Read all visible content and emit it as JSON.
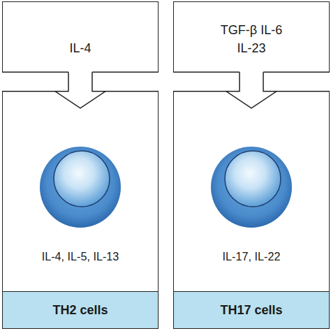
{
  "diagram": {
    "nodes": [
      {
        "text": [
          "IL-4"
        ]
      },
      {
        "text": [
          "IL-4, IL-5, IL-13"
        ]
      },
      {
        "text": [
          "TH2 cells"
        ],
        "in": 1
      },
      {
        "text": [
          "TGF-β IL-6 IL-23"
        ]
      },
      {
        "text": [
          "IL-17, IL-22"
        ]
      },
      {
        "text": [
          "TH17 cells"
        ],
        "in": 4
      }
    ],
    "edges": [
      {
        "from": 0,
        "to": 1,
        "arrow": "to"
      },
      {
        "from": 3,
        "to": 4,
        "arrow": "to"
      }
    ]
  }
}
